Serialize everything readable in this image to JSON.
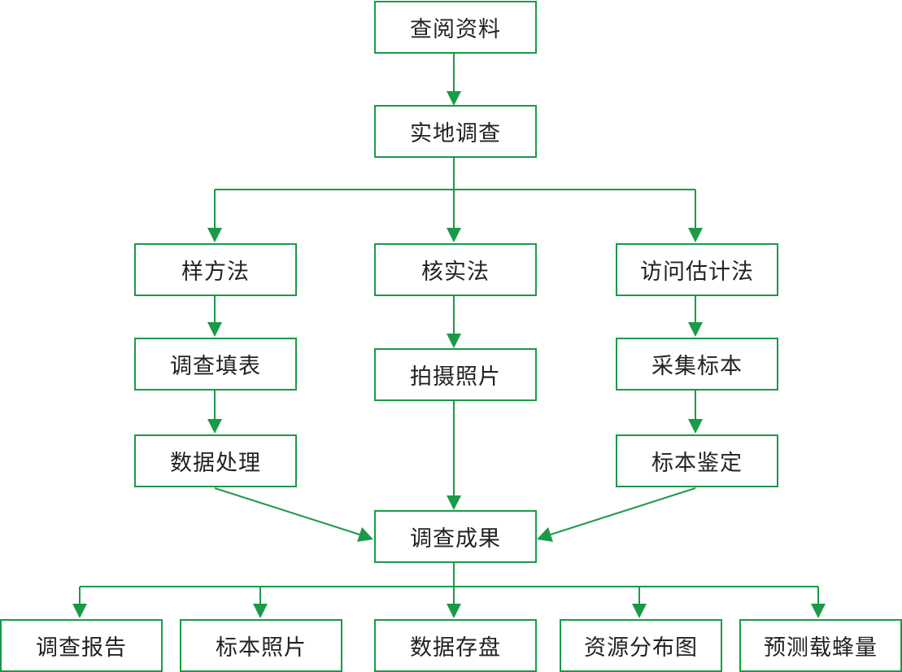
{
  "diagram": {
    "line_color": "#1a9a48",
    "nodes": {
      "consult_materials": "查阅资料",
      "field_survey": "实地调查",
      "sample_method": "样方法",
      "verify_method": "核实法",
      "interview_method": "访问估计法",
      "fill_forms": "调查填表",
      "take_photos": "拍摄照片",
      "collect_specimens": "采集标本",
      "data_processing": "数据处理",
      "specimen_identification": "标本鉴定",
      "survey_results": "调查成果",
      "survey_report": "调查报告",
      "specimen_photos": "标本照片",
      "data_storage": "数据存盘",
      "resource_map": "资源分布图",
      "honey_capacity": "预测载蜂量"
    }
  }
}
